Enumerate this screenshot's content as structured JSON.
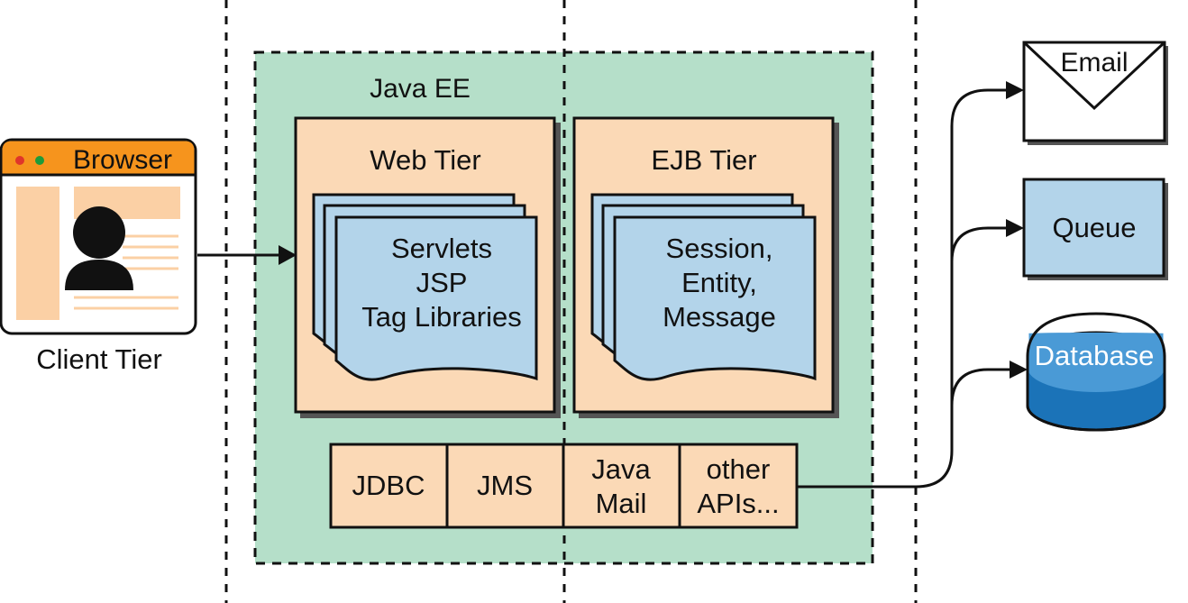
{
  "client": {
    "browser_title": "Browser",
    "tier_label": "Client Tier"
  },
  "javaee": {
    "title": "Java EE",
    "web_tier": {
      "title": "Web Tier",
      "lines": [
        "Servlets",
        "JSP",
        "Tag Libraries"
      ]
    },
    "ejb_tier": {
      "title": "EJB Tier",
      "lines": [
        "Session,",
        "Entity,",
        "Message"
      ]
    },
    "apis": [
      {
        "lines": [
          "JDBC"
        ]
      },
      {
        "lines": [
          "JMS"
        ]
      },
      {
        "lines": [
          "Java",
          "Mail"
        ]
      },
      {
        "lines": [
          "other",
          "APIs..."
        ]
      }
    ]
  },
  "targets": {
    "email": "Email",
    "queue": "Queue",
    "database": "Database"
  },
  "colors": {
    "javaee_fill": "#b5dfc9",
    "tier_fill": "#fbd9b6",
    "doc_fill": "#b3d4ea",
    "browser_bar": "#f6941d",
    "browser_page": "#fbd0a5",
    "database_fill": "#1b73b8",
    "database_top": "#4a9ad6"
  }
}
